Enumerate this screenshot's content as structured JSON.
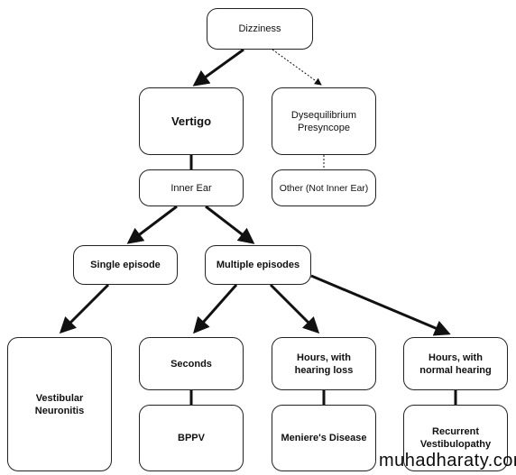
{
  "nodes": {
    "dizziness": "Dizziness",
    "vertigo": "Vertigo",
    "dysequilibrium": "Dysequilibrium\nPresyncope",
    "inner_ear": "Inner Ear",
    "other": "Other (Not Inner Ear)",
    "single_episode": "Single episode",
    "multiple_episodes": "Multiple episodes",
    "vestibular_neuronitis": "Vestibular\nNeuronitis",
    "seconds": "Seconds",
    "hours_hearing_loss": "Hours, with\nhearing loss",
    "hours_normal_hearing": "Hours, with\nnormal hearing",
    "bppv": "BPPV",
    "menieres": "Meniere's Disease",
    "recurrent_vestibulopathy": "Recurrent\nVestibulopathy"
  },
  "watermark": "muhadharaty.com"
}
